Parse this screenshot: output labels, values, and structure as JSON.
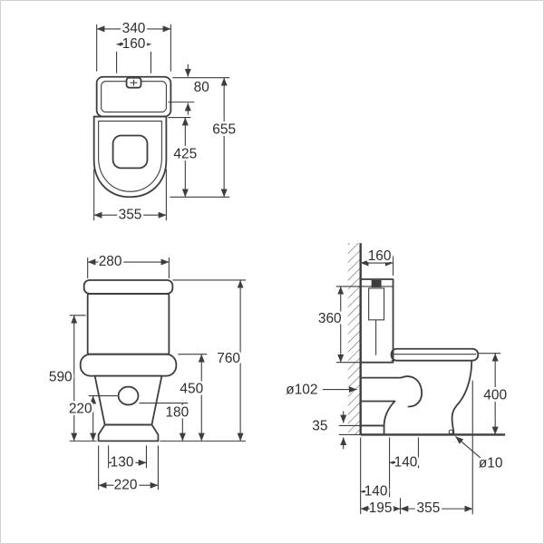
{
  "diagram": {
    "subject": "close-coupled toilet dimensional drawing",
    "line_color": "#3d3d3d",
    "background": "#ffffff"
  },
  "views": {
    "top": {
      "dims": {
        "w340": "340",
        "w160": "160",
        "h80": "80",
        "h655": "655",
        "h425": "425",
        "w355": "355"
      }
    },
    "front": {
      "dims": {
        "w280": "280",
        "h590": "590",
        "h220": "220",
        "h760": "760",
        "h450": "450",
        "h180": "180",
        "w130": "130",
        "w220": "220"
      }
    },
    "side": {
      "dims": {
        "w160": "160",
        "h360": "360",
        "dia102": "ø102",
        "h35": "35",
        "h400": "400",
        "dia10": "ø10",
        "w140a": "140",
        "w140b": "140",
        "w195": "195",
        "w355": "355"
      }
    }
  }
}
